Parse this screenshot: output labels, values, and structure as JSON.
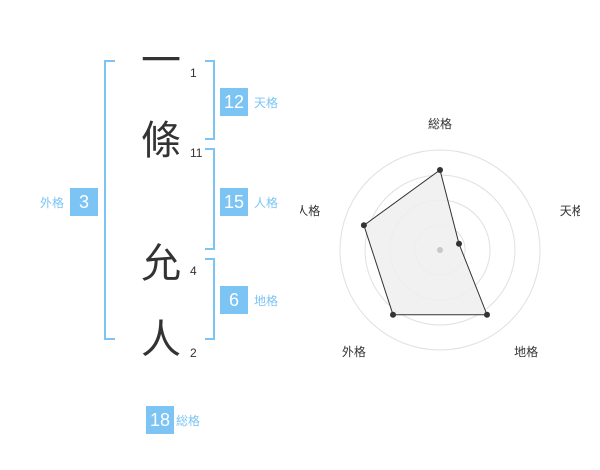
{
  "name": {
    "surname": [
      {
        "char": "一",
        "strokes": "1"
      },
      {
        "char": "條",
        "strokes": "11"
      }
    ],
    "given": [
      {
        "char": "允",
        "strokes": "4"
      },
      {
        "char": "人",
        "strokes": "2"
      }
    ]
  },
  "fortunes": {
    "tenkaku": {
      "label": "天格",
      "value": "12"
    },
    "jinkaku": {
      "label": "人格",
      "value": "15"
    },
    "chikaku": {
      "label": "地格",
      "value": "6"
    },
    "gaikaku": {
      "label": "外格",
      "value": "3"
    },
    "soukaku": {
      "label": "総格",
      "value": "18"
    }
  },
  "chart_data": {
    "type": "radar",
    "axes": [
      "総格",
      "天格",
      "地格",
      "外格",
      "人格"
    ],
    "values": [
      0.8,
      0.2,
      0.8,
      0.8,
      0.8
    ],
    "max": 1,
    "rings": 4,
    "colors": {
      "fill": "#efefef",
      "stroke": "#333333",
      "grid": "#e0e0e0",
      "center": "#c8c8c8"
    }
  }
}
